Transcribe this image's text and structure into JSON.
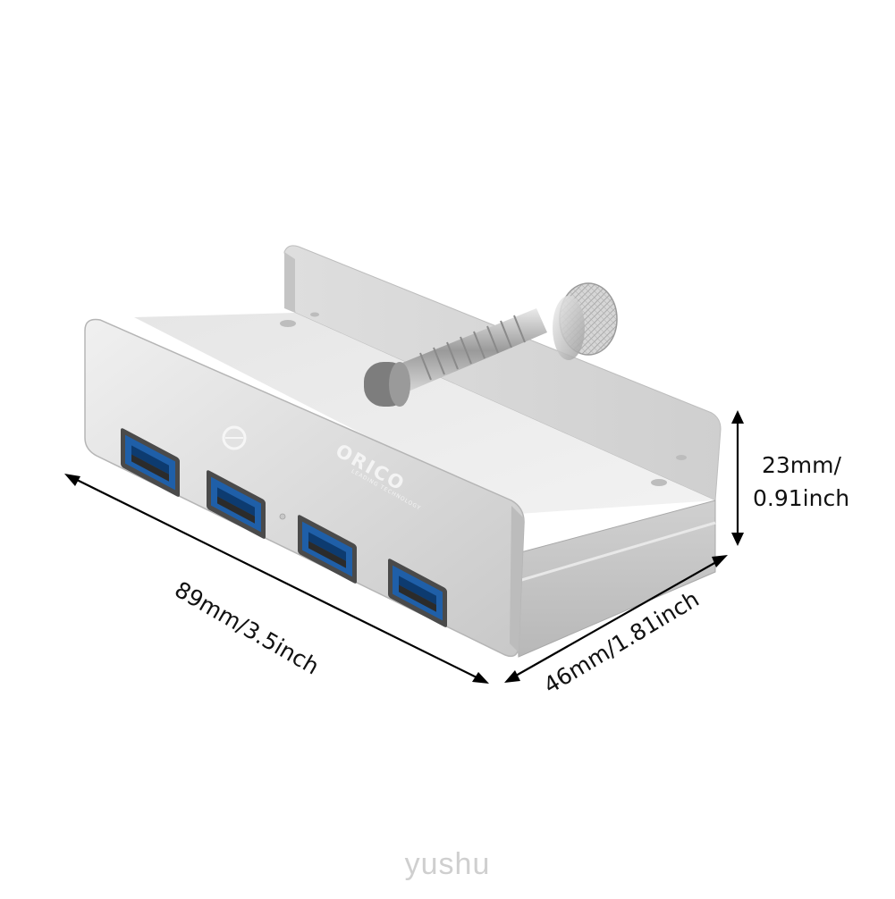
{
  "product": {
    "brand_name": "ORICO",
    "brand_tagline": "LEADING TECHNOLOGY",
    "usb_ports": 4
  },
  "dimensions": {
    "width_label": "89mm/3.5inch",
    "depth_label": "46mm/1.81inch",
    "height_line1": "23mm/",
    "height_line2": "0.91inch"
  },
  "watermark": "yushu",
  "colors": {
    "aluminum": "#d9d9d9",
    "usb_blue": "#1f5fa8",
    "screw_cap": "#7d7d7d"
  }
}
